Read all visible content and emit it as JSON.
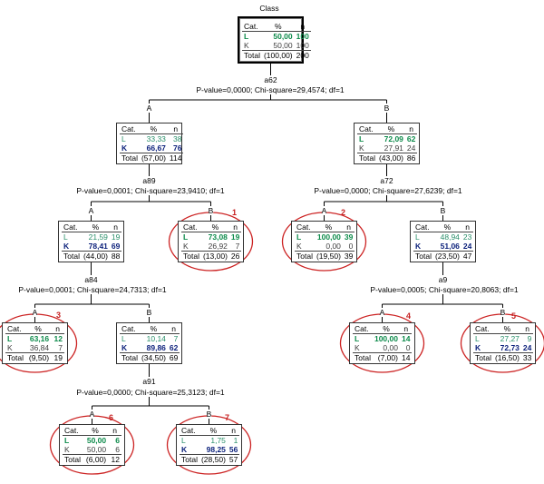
{
  "title": "Class",
  "headers": {
    "cat": "Cat.",
    "pct": "%",
    "n": "n"
  },
  "nodes": [
    {
      "id": "root",
      "rows": [
        {
          "cat": "L",
          "pct": "50,00",
          "n": "100",
          "hl": true
        },
        {
          "cat": "K",
          "pct": "50,00",
          "n": "100",
          "hl": false
        }
      ],
      "total_label": "Total",
      "total_pct": "(100,00)",
      "total_n": "200"
    },
    {
      "id": "n1",
      "rows": [
        {
          "cat": "L",
          "pct": "33,33",
          "n": "38",
          "hl": false
        },
        {
          "cat": "K",
          "pct": "66,67",
          "n": "76",
          "hl": true
        }
      ],
      "total_label": "Total",
      "total_pct": "(57,00)",
      "total_n": "114"
    },
    {
      "id": "n2",
      "rows": [
        {
          "cat": "L",
          "pct": "72,09",
          "n": "62",
          "hl": true
        },
        {
          "cat": "K",
          "pct": "27,91",
          "n": "24",
          "hl": false
        }
      ],
      "total_label": "Total",
      "total_pct": "(43,00)",
      "total_n": "86"
    },
    {
      "id": "n3",
      "rows": [
        {
          "cat": "L",
          "pct": "21,59",
          "n": "19",
          "hl": false
        },
        {
          "cat": "K",
          "pct": "78,41",
          "n": "69",
          "hl": true
        }
      ],
      "total_label": "Total",
      "total_pct": "(44,00)",
      "total_n": "88"
    },
    {
      "id": "n4",
      "rows": [
        {
          "cat": "L",
          "pct": "73,08",
          "n": "19",
          "hl": true
        },
        {
          "cat": "K",
          "pct": "26,92",
          "n": "7",
          "hl": false
        }
      ],
      "total_label": "Total",
      "total_pct": "(13,00)",
      "total_n": "26"
    },
    {
      "id": "n5",
      "rows": [
        {
          "cat": "L",
          "pct": "100,00",
          "n": "39",
          "hl": true
        },
        {
          "cat": "K",
          "pct": "0,00",
          "n": "0",
          "hl": false
        }
      ],
      "total_label": "Total",
      "total_pct": "(19,50)",
      "total_n": "39"
    },
    {
      "id": "n6",
      "rows": [
        {
          "cat": "L",
          "pct": "48,94",
          "n": "23",
          "hl": false
        },
        {
          "cat": "K",
          "pct": "51,06",
          "n": "24",
          "hl": true
        }
      ],
      "total_label": "Total",
      "total_pct": "(23,50)",
      "total_n": "47"
    },
    {
      "id": "n7",
      "rows": [
        {
          "cat": "L",
          "pct": "63,16",
          "n": "12",
          "hl": true
        },
        {
          "cat": "K",
          "pct": "36,84",
          "n": "7",
          "hl": false
        }
      ],
      "total_label": "Total",
      "total_pct": "(9,50)",
      "total_n": "19"
    },
    {
      "id": "n8",
      "rows": [
        {
          "cat": "L",
          "pct": "10,14",
          "n": "7",
          "hl": false
        },
        {
          "cat": "K",
          "pct": "89,86",
          "n": "62",
          "hl": true
        }
      ],
      "total_label": "Total",
      "total_pct": "(34,50)",
      "total_n": "69"
    },
    {
      "id": "n9",
      "rows": [
        {
          "cat": "L",
          "pct": "100,00",
          "n": "14",
          "hl": true
        },
        {
          "cat": "K",
          "pct": "0,00",
          "n": "0",
          "hl": false
        }
      ],
      "total_label": "Total",
      "total_pct": "(7,00)",
      "total_n": "14"
    },
    {
      "id": "n10",
      "rows": [
        {
          "cat": "L",
          "pct": "27,27",
          "n": "9",
          "hl": false
        },
        {
          "cat": "K",
          "pct": "72,73",
          "n": "24",
          "hl": true
        }
      ],
      "total_label": "Total",
      "total_pct": "(16,50)",
      "total_n": "33"
    },
    {
      "id": "n11",
      "rows": [
        {
          "cat": "L",
          "pct": "50,00",
          "n": "6",
          "hl": true
        },
        {
          "cat": "K",
          "pct": "50,00",
          "n": "6",
          "hl": false
        }
      ],
      "total_label": "Total",
      "total_pct": "(6,00)",
      "total_n": "12"
    },
    {
      "id": "n12",
      "rows": [
        {
          "cat": "L",
          "pct": "1,75",
          "n": "1",
          "hl": false
        },
        {
          "cat": "K",
          "pct": "98,25",
          "n": "56",
          "hl": true
        }
      ],
      "total_label": "Total",
      "total_pct": "(28,50)",
      "total_n": "57"
    }
  ],
  "splits": [
    {
      "id": "s0",
      "var": "a62",
      "stat": "P-value=0,0000; Chi-square=29,4574; df=1",
      "left": "A",
      "right": "B"
    },
    {
      "id": "s1",
      "var": "a89",
      "stat": "P-value=0,0001; Chi-square=23,9410; df=1",
      "left": "A",
      "right": "B"
    },
    {
      "id": "s2",
      "var": "a72",
      "stat": "P-value=0,0000; Chi-square=27,6239; df=1",
      "left": "A",
      "right": "B"
    },
    {
      "id": "s3",
      "var": "a84",
      "stat": "P-value=0,0001; Chi-square=24,7313; df=1",
      "left": "A",
      "right": "B"
    },
    {
      "id": "s4",
      "var": "a9",
      "stat": "P-value=0,0005; Chi-square=20,8063; df=1",
      "left": "A",
      "right": "B"
    },
    {
      "id": "s5",
      "var": "a91",
      "stat": "P-value=0,0000; Chi-square=25,3123; df=1",
      "left": "A",
      "right": "B"
    }
  ],
  "markers": [
    {
      "node": "n4",
      "label": "1"
    },
    {
      "node": "n5",
      "label": "2"
    },
    {
      "node": "n7",
      "label": "3"
    },
    {
      "node": "n9",
      "label": "4"
    },
    {
      "node": "n10",
      "label": "5"
    },
    {
      "node": "n11",
      "label": "6"
    },
    {
      "node": "n12",
      "label": "7"
    }
  ],
  "colors": {
    "line": "#000000",
    "circle": "#cc2222",
    "green": "#0c8a4a",
    "navy": "#0a1f7a"
  }
}
